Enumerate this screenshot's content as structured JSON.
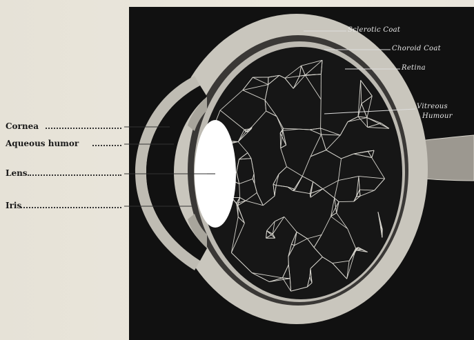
{
  "diagram": {
    "left_labels": [
      {
        "id": "cornea",
        "text": "Cornea"
      },
      {
        "id": "aqueous",
        "text": "Aqueous humor"
      },
      {
        "id": "lens",
        "text": "Lens"
      },
      {
        "id": "iris",
        "text": "Iris"
      }
    ],
    "right_labels": [
      {
        "id": "sclerotic",
        "text": "Sclerotic Coat"
      },
      {
        "id": "choroid",
        "text": "Choroid Coat"
      },
      {
        "id": "retina",
        "text": "Retina"
      },
      {
        "id": "vitreous_1",
        "text": "Vitreous"
      },
      {
        "id": "vitreous_2",
        "text": "Humour"
      }
    ]
  },
  "colors": {
    "page": "#e8e4da",
    "plate": "#111111",
    "sclera": "#c9c6bd",
    "vitreous": "#161616",
    "vein": "#d8d6cf",
    "lens": "#ffffff"
  }
}
